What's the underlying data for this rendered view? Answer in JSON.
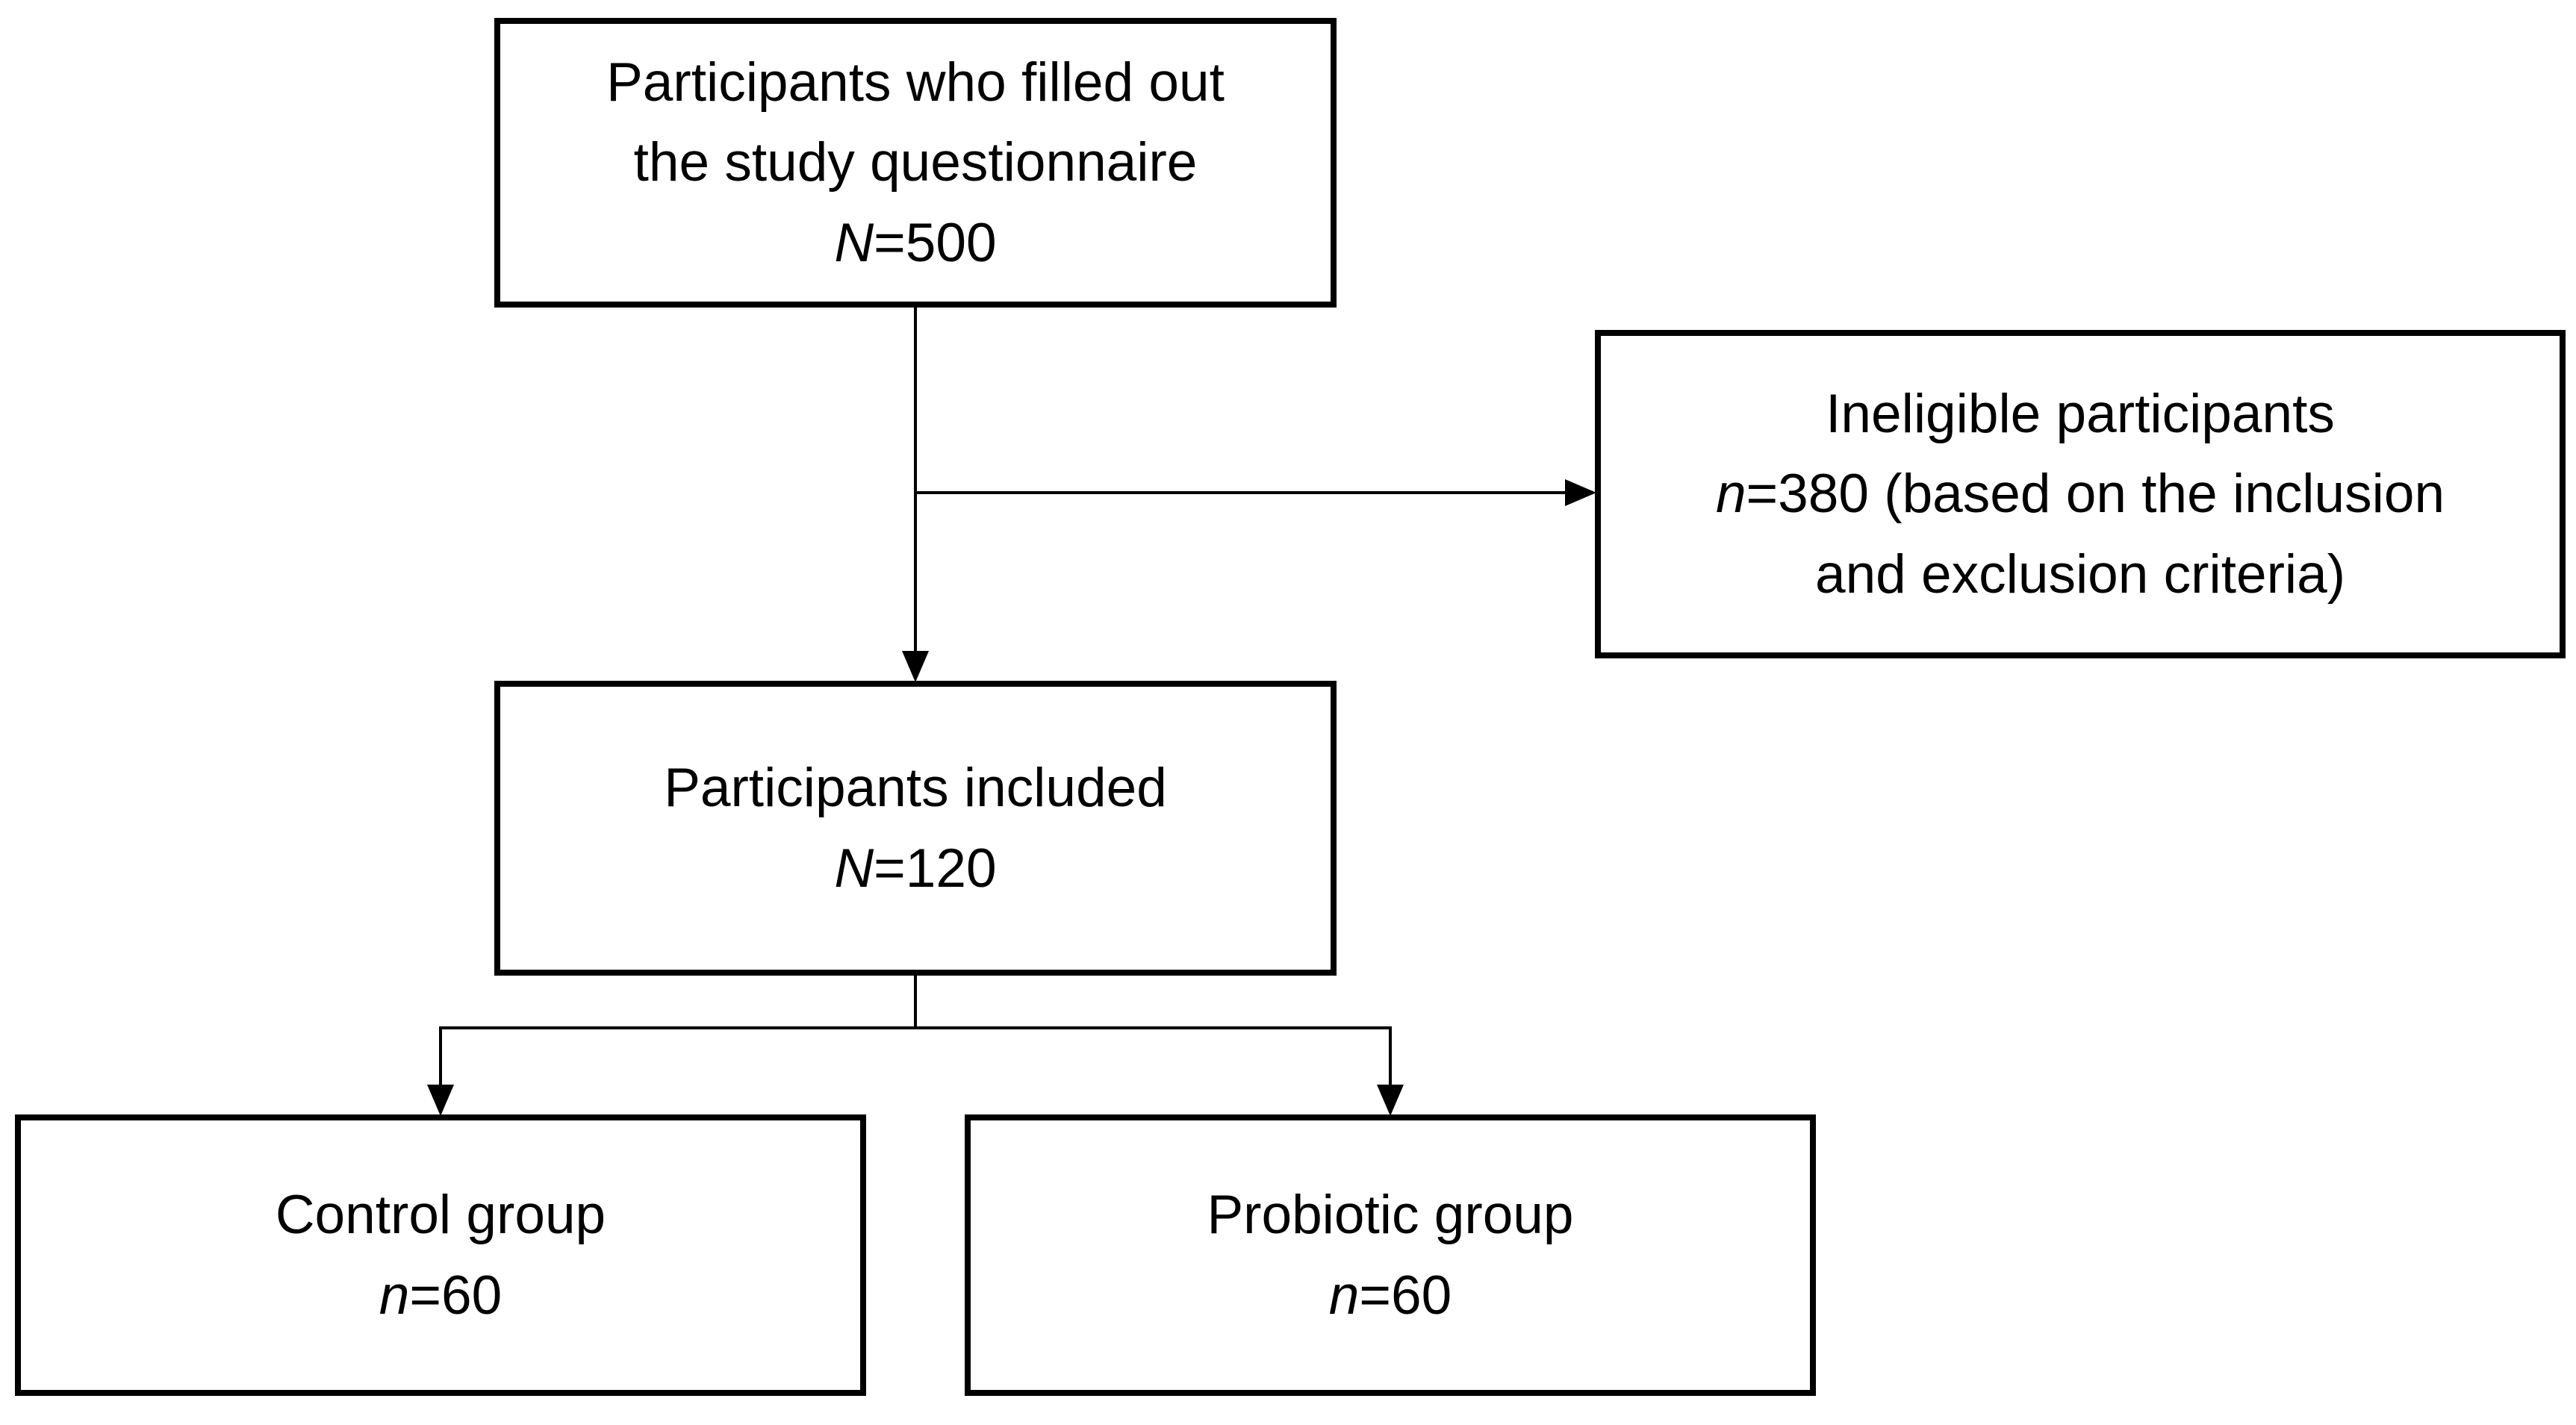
{
  "colors": {
    "background": "#ffffff",
    "box_border": "#000000",
    "connector": "#000000",
    "text": "#000000"
  },
  "flowchart": {
    "boxes": {
      "questionnaire": {
        "line1": "Participants who filled out",
        "line2": "the study questionnaire",
        "count_var": "N",
        "count_rest": "=500"
      },
      "ineligible": {
        "line1": "Ineligible participants",
        "count_var": "n",
        "count_rest": "=380 (based on the inclusion",
        "line3": "and exclusion criteria)"
      },
      "included": {
        "line1": "Participants included",
        "count_var": "N",
        "count_rest": "=120"
      },
      "control": {
        "line1": "Control group",
        "count_var": "n",
        "count_rest": "=60"
      },
      "probiotic": {
        "line1": "Probiotic group",
        "count_var": "n",
        "count_rest": "=60"
      }
    }
  }
}
